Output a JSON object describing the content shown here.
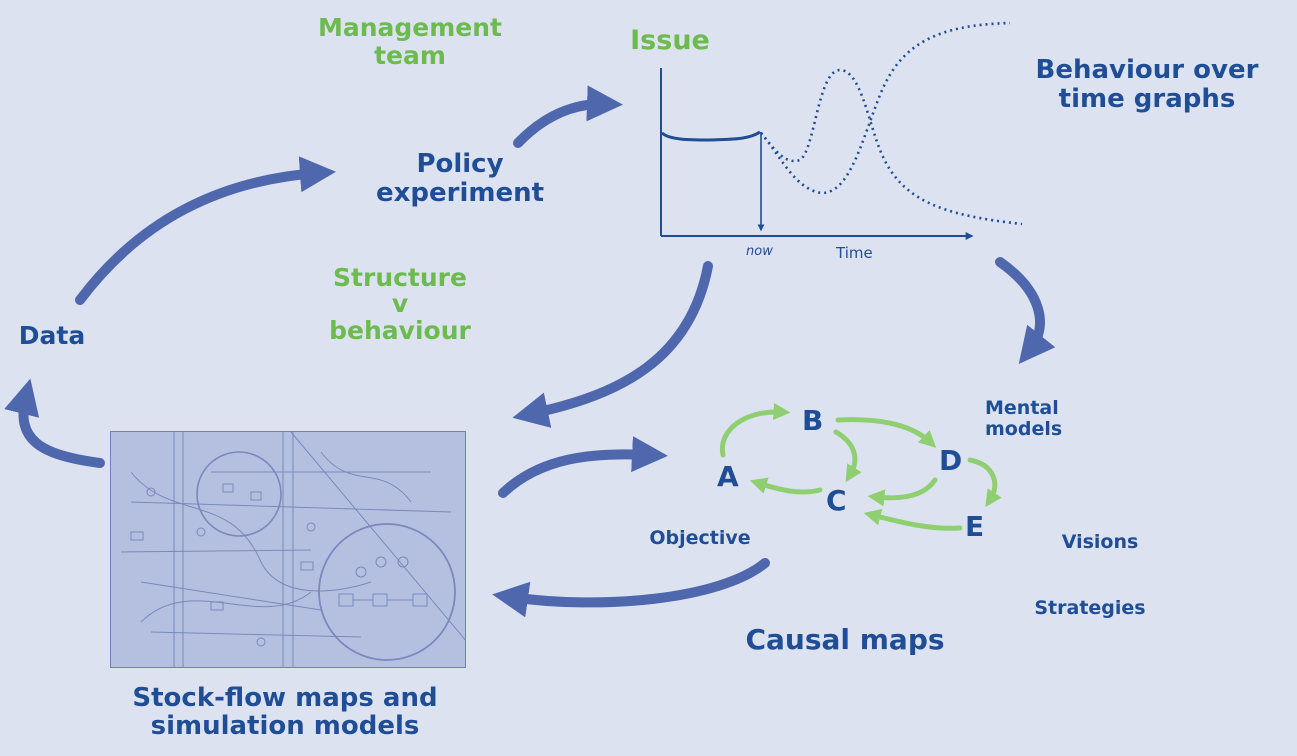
{
  "labels": {
    "management_team": "Management\nteam",
    "issue": "Issue",
    "behaviour_over_time": "Behaviour over\ntime graphs",
    "policy_experiment": "Policy\nexperiment",
    "data": "Data",
    "structure_v_behaviour": "Structure\nv\nbehaviour",
    "mental_models": "Mental\nmodels",
    "objective": "Objective",
    "visions": "Visions",
    "strategies": "Strategies",
    "causal_maps": "Causal maps",
    "stock_flow": "Stock-flow maps and\nsimulation models"
  },
  "graph": {
    "now_label": "now",
    "time_label": "Time"
  },
  "causal_nodes": [
    "A",
    "B",
    "C",
    "D",
    "E"
  ],
  "colors": {
    "background": "#dde2f0",
    "dark_blue": "#1f4e96",
    "arrow_blue": "#4f68ad",
    "green": "#6dbb4f",
    "light_green": "#8fcf72"
  }
}
